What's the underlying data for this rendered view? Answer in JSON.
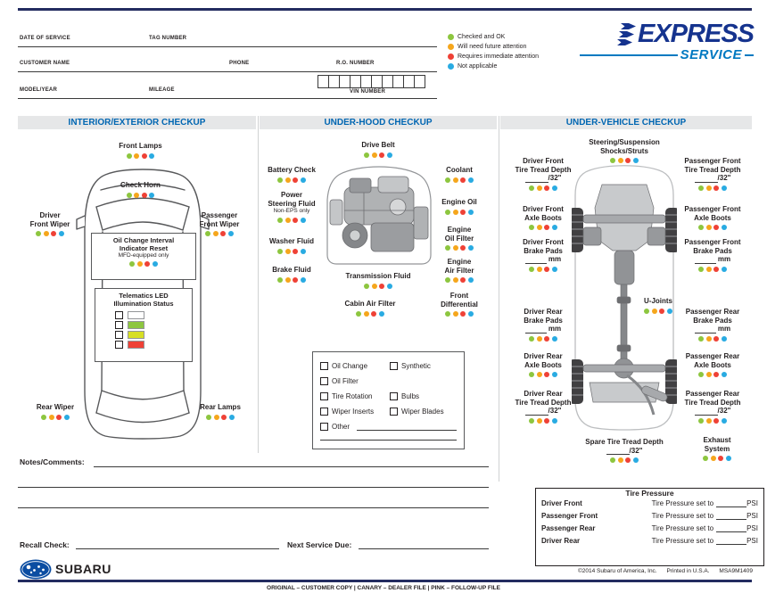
{
  "page": {
    "status_colors": [
      "#8dc63f",
      "#f5a61c",
      "#ef4136",
      "#29abe2"
    ],
    "led_colors": [
      "#ffffff",
      "#8dc63f",
      "#d7df23",
      "#ef4136"
    ]
  },
  "form": {
    "date_of_service": "DATE OF SERVICE",
    "tag_number": "TAG NUMBER",
    "customer_name": "CUSTOMER NAME",
    "phone": "PHONE",
    "ro_number": "R.O. NUMBER",
    "model_year": "MODEL/YEAR",
    "mileage": "MILEAGE",
    "vin_number": "VIN NUMBER"
  },
  "legend": {
    "items": [
      {
        "label": "Checked and OK",
        "color": "#8dc63f"
      },
      {
        "label": "Will need future attention",
        "color": "#f5a61c"
      },
      {
        "label": "Requires immediate attention",
        "color": "#ef4136"
      },
      {
        "label": "Not applicable",
        "color": "#29abe2"
      }
    ]
  },
  "logo": {
    "express": "EXPRESS",
    "service": "SERVICE"
  },
  "interior": {
    "title": "INTERIOR/EXTERIOR CHECKUP",
    "front_lamps": "Front Lamps",
    "check_horn": "Check Horn",
    "driver_front_wiper": [
      "Driver",
      "Front Wiper"
    ],
    "passenger_front_wiper": [
      "Passenger",
      "Front Wiper"
    ],
    "oil_reset": [
      "Oil Change Interval",
      "Indicator Reset",
      "MFD-equipped only"
    ],
    "telematics": [
      "Telematics LED",
      "Illumination Status"
    ],
    "rear_wiper": "Rear Wiper",
    "rear_lamps": "Rear Lamps"
  },
  "underhood": {
    "title": "UNDER-HOOD CHECKUP",
    "drive_belt": "Drive Belt",
    "battery_check": "Battery Check",
    "coolant": "Coolant",
    "power_steering": [
      "Power",
      "Steering Fluid",
      "Non-EPS only"
    ],
    "engine_oil": "Engine Oil",
    "washer_fluid": "Washer Fluid",
    "engine_oil_filter": [
      "Engine",
      "Oil Filter"
    ],
    "brake_fluid": "Brake Fluid",
    "engine_air_filter": [
      "Engine",
      "Air Filter"
    ],
    "transmission_fluid": "Transmission Fluid",
    "cabin_air_filter": "Cabin Air Filter",
    "front_differential": [
      "Front",
      "Differential"
    ],
    "services": {
      "rows": [
        [
          "Oil Change",
          "Synthetic"
        ],
        [
          "Oil Filter"
        ],
        [
          "Tire Rotation",
          "Bulbs"
        ],
        [
          "Wiper Inserts",
          "Wiper Blades"
        ],
        [
          "Other"
        ]
      ]
    }
  },
  "undervehicle": {
    "title": "UNDER-VEHICLE CHECKUP",
    "steering": [
      "Steering/Suspension",
      "Shocks/Struts"
    ],
    "df_tread": [
      "Driver Front",
      "Tire Tread Depth"
    ],
    "pf_tread": [
      "Passenger Front",
      "Tire Tread Depth"
    ],
    "df_axle": [
      "Driver Front",
      "Axle Boots"
    ],
    "pf_axle": [
      "Passenger Front",
      "Axle Boots"
    ],
    "df_brake": [
      "Driver Front",
      "Brake Pads"
    ],
    "pf_brake": [
      "Passenger Front",
      "Brake Pads"
    ],
    "dr_brake": [
      "Driver Rear",
      "Brake Pads"
    ],
    "pr_brake": [
      "Passenger Rear",
      "Brake Pads"
    ],
    "dr_axle": [
      "Driver Rear",
      "Axle Boots"
    ],
    "pr_axle": [
      "Passenger Rear",
      "Axle Boots"
    ],
    "dr_tread": [
      "Driver Rear",
      "Tire Tread Depth"
    ],
    "pr_tread": [
      "Passenger Rear",
      "Tire Tread Depth"
    ],
    "u_joints": "U-Joints",
    "spare_tread": "Spare Tire Tread Depth",
    "exhaust": [
      "Exhaust",
      "System"
    ],
    "units": {
      "tread": "/32\"",
      "mm": "mm"
    }
  },
  "tire_pressure": {
    "title": "Tire Pressure",
    "set_text": "Tire Pressure set to",
    "psi": "PSI",
    "rows": [
      "Driver Front",
      "Passenger Front",
      "Passenger Rear",
      "Driver Rear"
    ]
  },
  "bottom": {
    "notes_label": "Notes/Comments:",
    "recall_label": "Recall Check:",
    "next_service_label": "Next Service Due:"
  },
  "footer": {
    "brand": "SUBARU",
    "copies": "ORIGINAL – CUSTOMER COPY   |   CANARY – DEALER FILE   |   PINK – FOLLOW-UP FILE",
    "copyright": "©2014 Subaru of America, Inc.",
    "printed": "Printed in U.S.A.",
    "code": "MSA9M1409"
  }
}
